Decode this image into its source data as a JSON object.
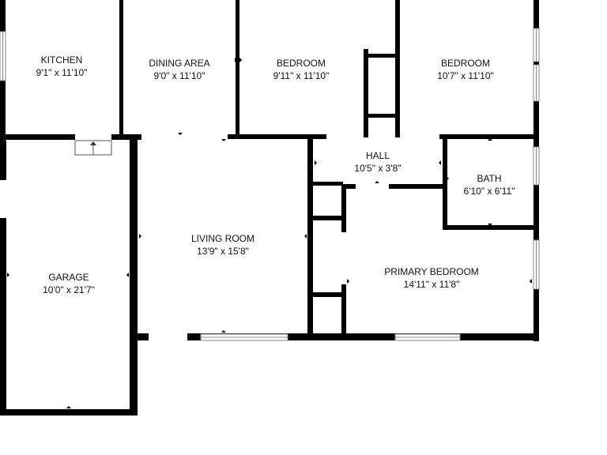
{
  "floor_plan": {
    "colors": {
      "wall": "#000000",
      "background": "#ffffff",
      "window": "#888888",
      "text": "#111111"
    },
    "rooms": [
      {
        "id": "kitchen",
        "name": "KITCHEN",
        "dimensions": "9'1\" x 11'10\""
      },
      {
        "id": "dining-area",
        "name": "DINING AREA",
        "dimensions": "9'0\" x 11'10\""
      },
      {
        "id": "bedroom-1",
        "name": "BEDROOM",
        "dimensions": "9'11\" x 11'10\""
      },
      {
        "id": "bedroom-2",
        "name": "BEDROOM",
        "dimensions": "10'7\" x 11'10\""
      },
      {
        "id": "hall",
        "name": "HALL",
        "dimensions": "10'5\" x 3'8\""
      },
      {
        "id": "bath",
        "name": "BATH",
        "dimensions": "6'10\" x 6'11\""
      },
      {
        "id": "garage",
        "name": "GARAGE",
        "dimensions": "10'0\" x 21'7\""
      },
      {
        "id": "living-room",
        "name": "LIVING ROOM",
        "dimensions": "13'9\" x 15'8\""
      },
      {
        "id": "primary-bedroom",
        "name": "PRIMARY BEDROOM",
        "dimensions": "14'11\" x 11'8\""
      }
    ]
  }
}
